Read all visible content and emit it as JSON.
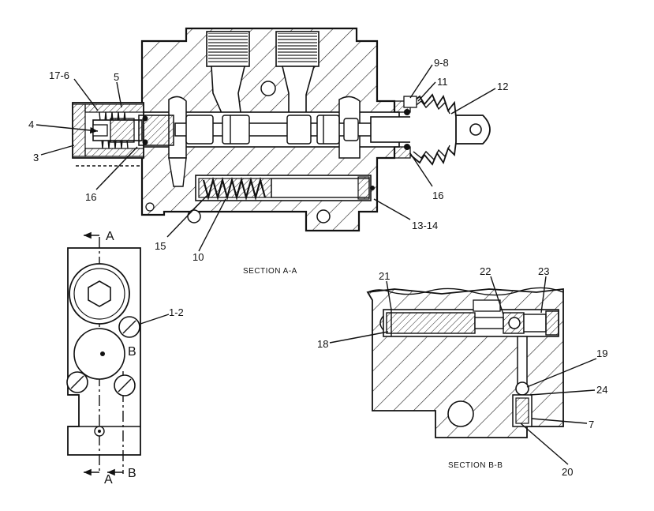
{
  "section_a": {
    "caption": "SECTION  A-A",
    "labels": {
      "l17_6": "17-6",
      "l5": "5",
      "l4": "4",
      "l3": "3",
      "l16_left": "16",
      "l9_8": "9-8",
      "l11": "11",
      "l12": "12",
      "l16_right": "16",
      "l13_14": "13-14",
      "l15": "15",
      "l10": "10"
    }
  },
  "end_view": {
    "label_1_2": "1-2",
    "label_A_top": "A",
    "label_A_bottom": "A",
    "label_B_mid": "B",
    "label_B_bottom": "B"
  },
  "section_b": {
    "caption": "SECTION  B-B",
    "labels": {
      "l21": "21",
      "l22": "22",
      "l23": "23",
      "l18": "18",
      "l19": "19",
      "l24": "24",
      "l7": "7",
      "l20": "20"
    }
  }
}
